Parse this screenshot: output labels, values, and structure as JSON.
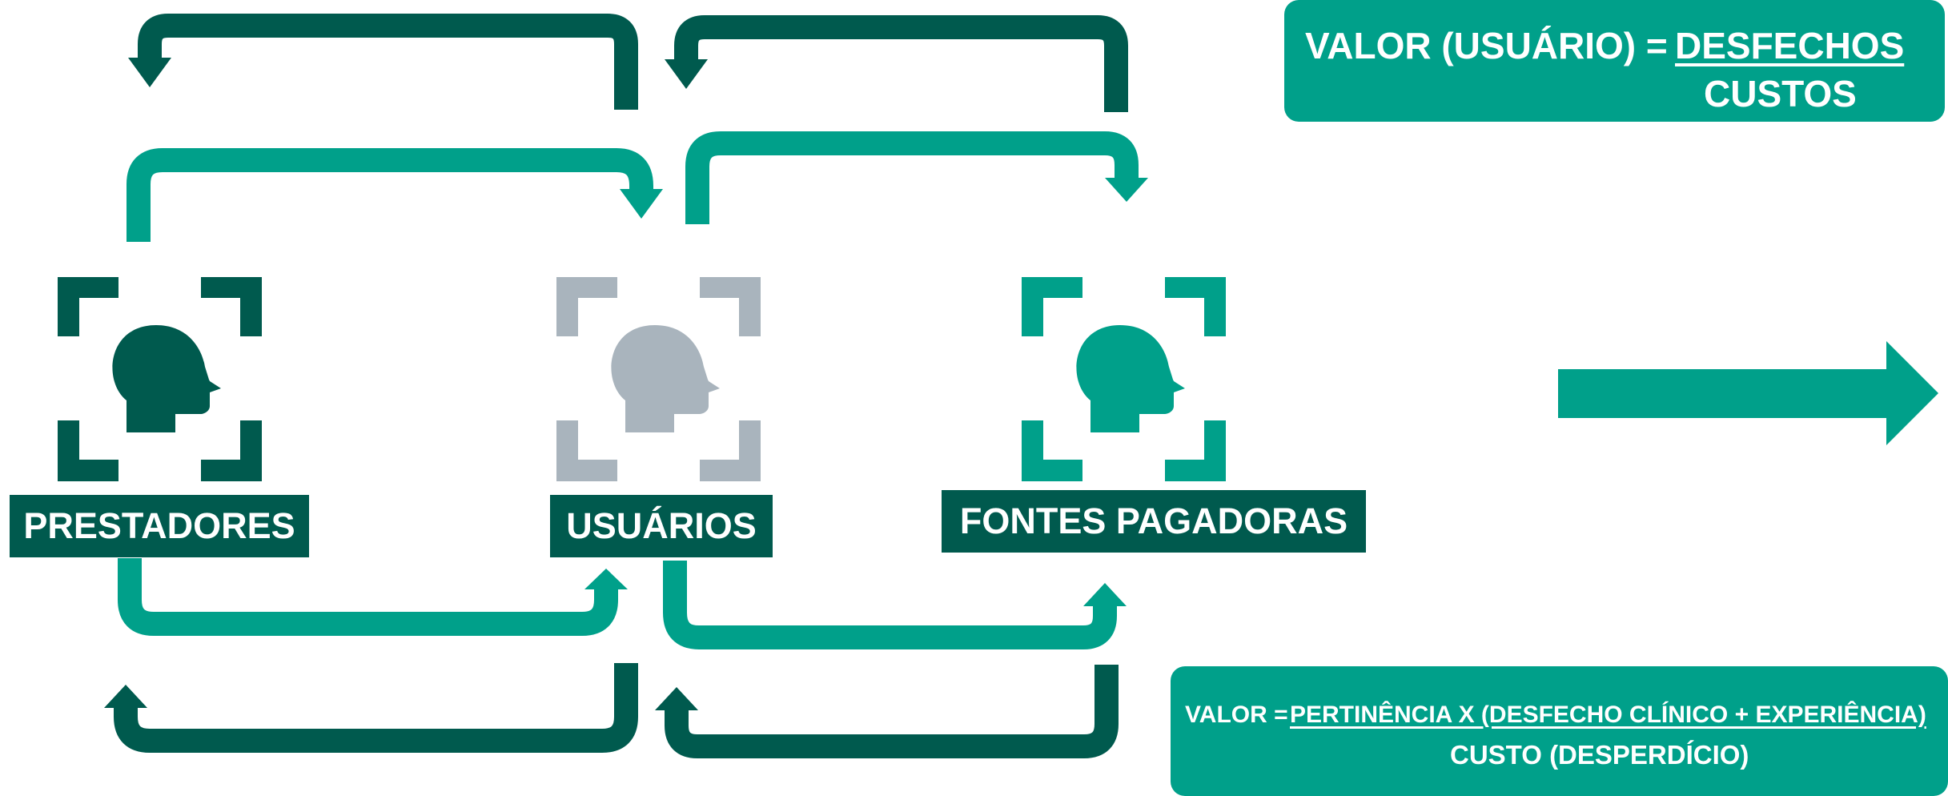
{
  "colors": {
    "dark": "#005a4e",
    "teal": "#00a08a",
    "gray": "#a9b4bd",
    "white": "#ffffff"
  },
  "actors": [
    {
      "id": "prestadores",
      "label": "PRESTADORES",
      "color": "dark",
      "icon": "person-head-icon"
    },
    {
      "id": "usuarios",
      "label": "USUÁRIOS",
      "color": "gray",
      "icon": "person-head-icon"
    },
    {
      "id": "fontes",
      "label": "FONTES PAGADORAS",
      "color": "teal",
      "icon": "person-head-icon"
    }
  ],
  "formula_top": {
    "lhs": "VALOR (USUÁRIO) =",
    "numerator": "DESFECHOS",
    "denominator": "CUSTOS"
  },
  "formula_bottom": {
    "lhs": "VALOR =",
    "numerator": "PERTINÊNCIA X (DESFECHO CLÍNICO + EXPERIÊNCIA)",
    "denominator": "CUSTO (DESPERDÍCIO)"
  },
  "big_arrow": {
    "direction": "right",
    "icon": "right-arrow-icon",
    "color": "teal"
  }
}
